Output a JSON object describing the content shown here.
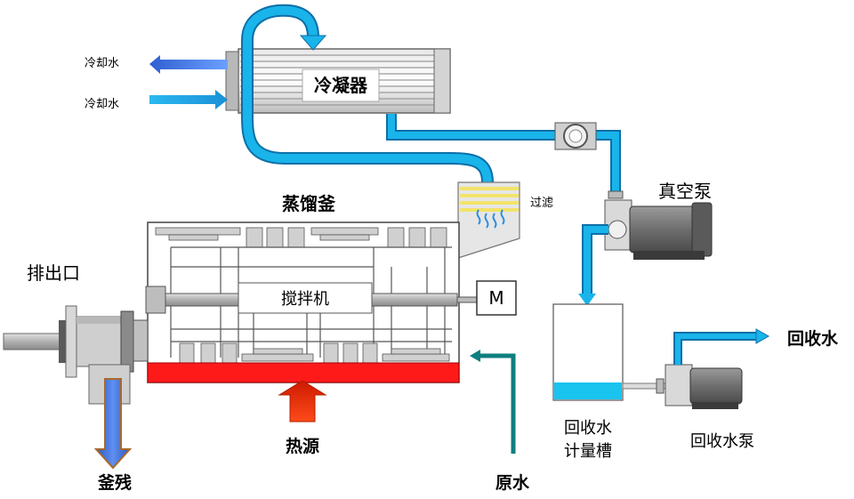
{
  "labels": {
    "condenser": "冷凝器",
    "cooling_water_out": "冷却水",
    "cooling_water_in": "冷却水",
    "filter": "过滤",
    "vacuum_pump": "真空泵",
    "still": "蒸馏釜",
    "agitator": "搅拌机",
    "motor": "M",
    "outlet": "排出口",
    "residue": "釜残",
    "heat_source": "热源",
    "raw_water": "原水",
    "recovered_water": "回收水",
    "metering_tank_line1": "回收水",
    "metering_tank_line2": "计量槽",
    "recovery_pump": "回收水泵"
  },
  "colors": {
    "water": "#19b4ea",
    "water_dark": "#0d6fa8",
    "heater": "#ff1a1a",
    "heat_arrow": "#ff3300",
    "residue_arrow": "#3b6fd6",
    "raw_water_pipe": "#0f7f7f",
    "pump_body": "#777777"
  }
}
